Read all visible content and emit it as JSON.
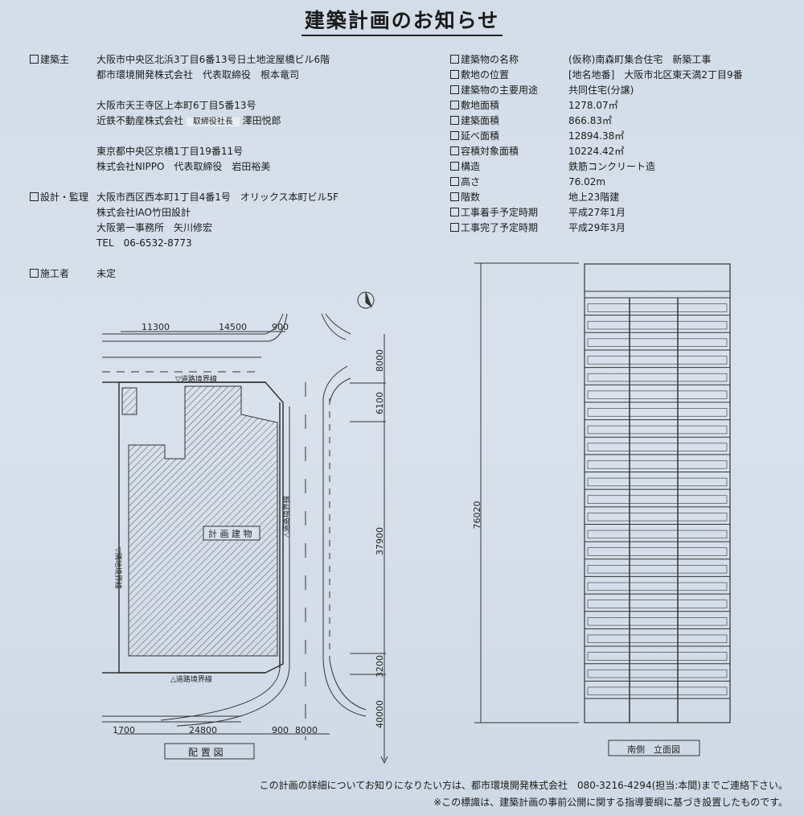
{
  "title": "建築計画のお知らせ",
  "left": {
    "owner_label": "建築主",
    "owners": [
      {
        "address": "大阪市中央区北浜3丁目6番13号日土地淀屋橋ビル6階",
        "name": "都市環境開発株式会社　代表取締役　根本竜司"
      },
      {
        "address": "大阪市天王寺区上本町6丁目5番13号",
        "company": "近鉄不動産株式会社",
        "title": "取締役社長",
        "person": "澤田悦郎"
      },
      {
        "address": "東京都中央区京橋1丁目19番11号",
        "name": "株式会社NIPPO　代表取締役　岩田裕美"
      }
    ],
    "design_label": "設計・監理",
    "design": [
      "大阪市西区西本町1丁目4番1号　オリックス本町ビル5F",
      "株式会社IAO竹田設計",
      "大阪第一事務所　矢川修宏",
      "TEL　06-6532-8773"
    ],
    "contractor_label": "施工者",
    "contractor": "未定"
  },
  "right": {
    "rows": [
      {
        "label": "建築物の名称",
        "value": "(仮称)南森町集合住宅　新築工事"
      },
      {
        "label": "敷地の位置",
        "value": "[地名地番]　大阪市北区東天満2丁目9番"
      },
      {
        "label": "建築物の主要用途",
        "value": "共同住宅(分譲)"
      },
      {
        "label": "敷地面積",
        "value": "1278.07㎡"
      },
      {
        "label": "建築面積",
        "value": "866.83㎡"
      },
      {
        "label": "延べ面積",
        "value": "12894.38㎡"
      },
      {
        "label": "容積対象面積",
        "value": "10224.42㎡"
      },
      {
        "label": "構造",
        "value": "鉄筋コンクリート造"
      },
      {
        "label": "高さ",
        "value": "76.02m"
      },
      {
        "label": "階数",
        "value": "地上23階建"
      },
      {
        "label": "工事着手予定時期",
        "value": "平成27年1月"
      },
      {
        "label": "工事完了予定時期",
        "value": "平成29年3月"
      }
    ]
  },
  "site_plan": {
    "caption": "配 置 図",
    "building_label": "計 画 建 物",
    "road_boundary": "▽道路境界線",
    "road_boundary_bottom": "△道路境界線",
    "road_boundary_right": "△道路境界線",
    "land_boundary": "▽隣地境界線",
    "dims_top": [
      "11300",
      "14500",
      "900"
    ],
    "dims_bottom": [
      "1700",
      "24800",
      "900",
      "8000"
    ],
    "dims_right": [
      "8000",
      "6100",
      "37900",
      "3200",
      "40000"
    ]
  },
  "elevation": {
    "caption": "南側　立面図",
    "height_dim": "76020",
    "floors": 23
  },
  "footer": {
    "contact": "この計画の詳細についてお知りになりたい方は、都市環境開発株式会社　080-3216-4294(担当:本間)までご連絡下さい。",
    "note": "※この標識は、建築計画の事前公開に関する指導要綱に基づき設置したものです。"
  },
  "colors": {
    "background": "#d6e0eb",
    "ink": "#1a1a1a"
  }
}
